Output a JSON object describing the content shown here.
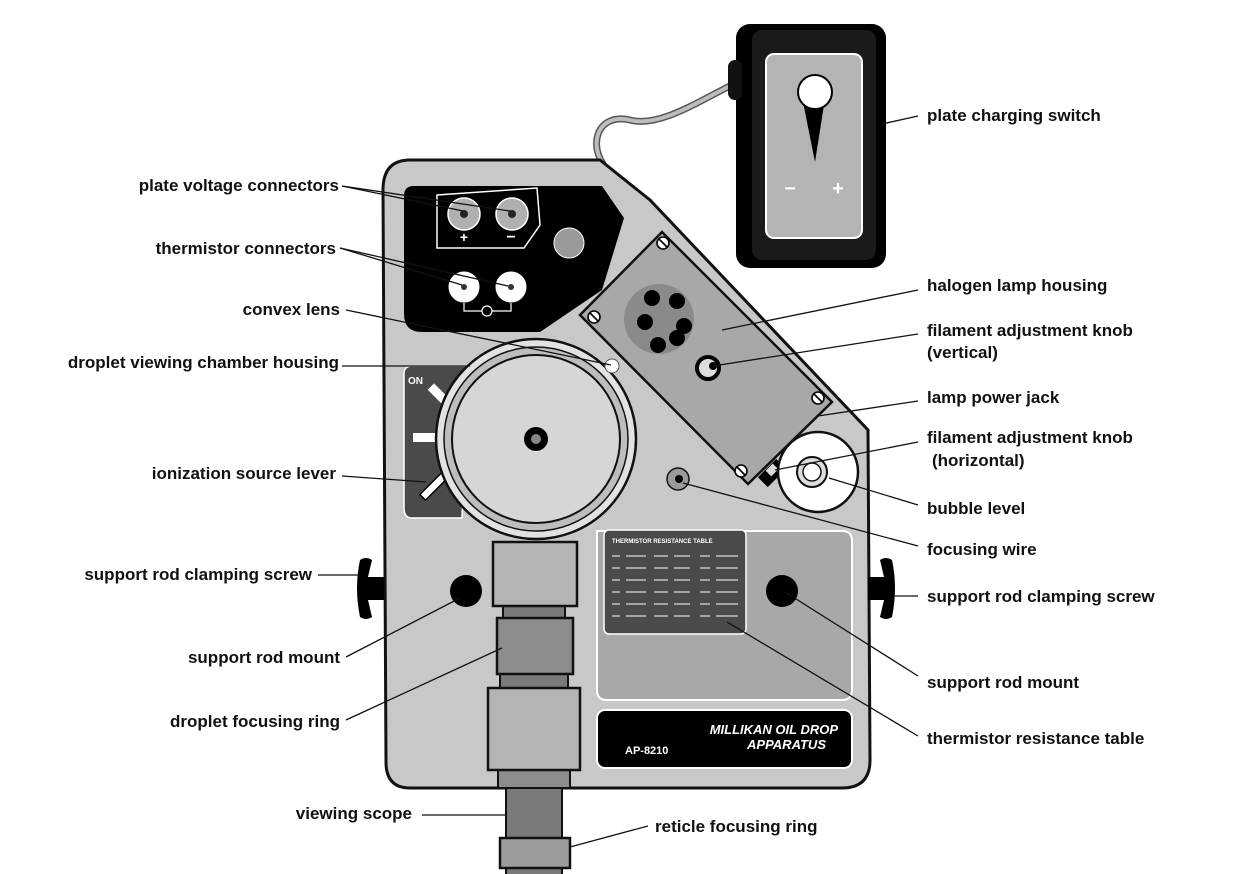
{
  "labels": {
    "plate_voltage_connectors": "plate voltage connectors",
    "thermistor_connectors": "thermistor connectors",
    "convex_lens": "convex lens",
    "droplet_viewing_chamber_housing": "droplet viewing chamber housing",
    "ionization_source_lever": "ionization source lever",
    "support_rod_clamping_screw_left": "support rod clamping screw",
    "support_rod_mount_left": "support rod mount",
    "droplet_focusing_ring": "droplet focusing ring",
    "viewing_scope": "viewing scope",
    "reticle_focusing_ring": "reticle focusing ring",
    "plate_charging_switch": "plate charging switch",
    "halogen_lamp_housing": "halogen lamp housing",
    "filament_knob_vertical_1": "filament adjustment knob",
    "filament_knob_vertical_2": "(vertical)",
    "lamp_power_jack": "lamp power jack",
    "filament_knob_horizontal_1": "filament adjustment knob",
    "filament_knob_horizontal_2": "(horizontal)",
    "bubble_level": "bubble level",
    "focusing_wire": "focusing wire",
    "support_rod_clamping_screw_right": "support rod clamping screw",
    "support_rod_mount_right": "support rod mount",
    "thermistor_resistance_table": "thermistor resistance table"
  },
  "device": {
    "on_label": "ON",
    "plus_sign": "+",
    "minus_sign": "−",
    "switch_minus": "−",
    "switch_plus": "+",
    "table_title": "THERMISTOR RESISTANCE TABLE",
    "nameplate_line1": "MILLIKAN OIL DROP",
    "nameplate_line2": "APPARATUS",
    "model_number": "AP-8210"
  },
  "colors": {
    "body": "#c8c8ca",
    "outline": "#111111",
    "panel_dark": "#000000",
    "lamp_panel": "#a8a8aa",
    "table_panel": "#a8a8aa",
    "chamber": "#d6d6d8",
    "scope": "#999999"
  }
}
